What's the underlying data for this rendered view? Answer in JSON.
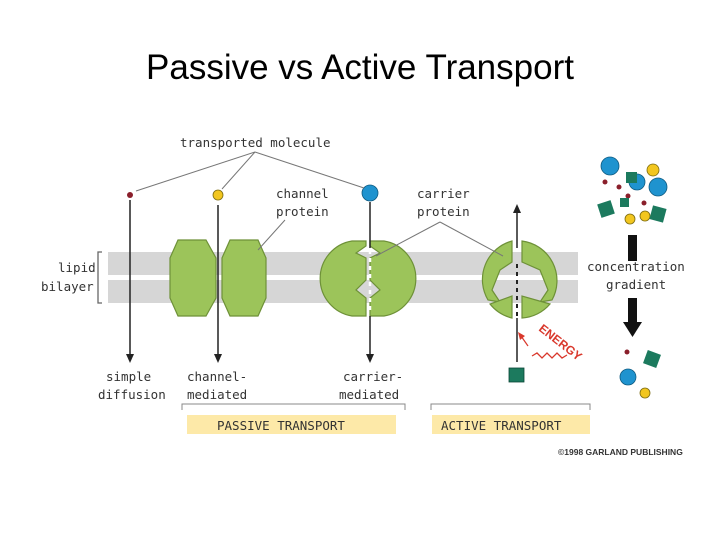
{
  "title": "Passive vs Active Transport",
  "labels": {
    "transported_molecule": "transported molecule",
    "channel_protein_1": "channel",
    "channel_protein_2": "protein",
    "carrier_protein_1": "carrier",
    "carrier_protein_2": "protein",
    "lipid_bilayer_1": "lipid",
    "lipid_bilayer_2": "bilayer",
    "concentration_gradient_1": "concentration",
    "concentration_gradient_2": "gradient",
    "simple_diffusion_1": "simple",
    "simple_diffusion_2": "diffusion",
    "channel_mediated_1": "channel-",
    "channel_mediated_2": "mediated",
    "carrier_mediated_1": "carrier-",
    "carrier_mediated_2": "mediated",
    "energy": "ENERGY"
  },
  "bands": {
    "passive": "PASSIVE TRANSPORT",
    "active": "ACTIVE TRANSPORT"
  },
  "copyright": "©1998 GARLAND PUBLISHING",
  "colors": {
    "membrane": "#d6d6d6",
    "protein": "#9cc45a",
    "protein_stroke": "#6e9138",
    "band": "#fde9a8",
    "dot_red": "#8a1f2b",
    "dot_yellow": "#f2c61f",
    "dot_blue": "#1f93cf",
    "square_green": "#1c7a5e",
    "energy": "#d9382c"
  }
}
